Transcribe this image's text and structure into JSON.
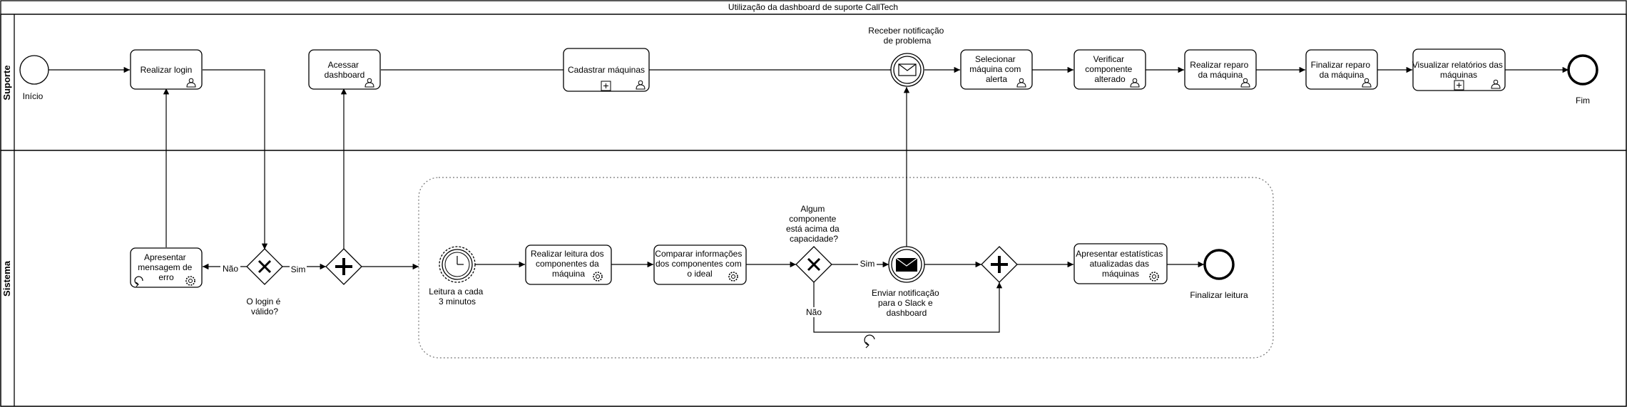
{
  "pool": {
    "title": "Utilização da dashboard de suporte CallTech"
  },
  "lanes": {
    "suporte": "Suporte",
    "sistema": "Sistema"
  },
  "events": {
    "inicio": "Início",
    "fim": "Fim",
    "receber": [
      "Receber notificação",
      "de problema"
    ],
    "leitura": [
      "Leitura a cada",
      "3 minutos"
    ],
    "enviar": [
      "Enviar notificação",
      "para o Slack e",
      "dashboard"
    ],
    "finalizar_leitura": "Finalizar leitura"
  },
  "tasks": {
    "realizar_login": [
      "Realizar login"
    ],
    "acessar_dashboard": [
      "Acessar",
      "dashboard"
    ],
    "cadastrar_maquinas": [
      "Cadastrar máquinas"
    ],
    "selecionar_maquina": [
      "Selecionar",
      "máquina com",
      "alerta"
    ],
    "verificar_componente": [
      "Verificar",
      "componente",
      "alterado"
    ],
    "realizar_reparo": [
      "Realizar reparo",
      "da máquina"
    ],
    "finalizar_reparo": [
      "Finalizar reparo",
      "da máquina"
    ],
    "visualizar_relatorios": [
      "Visualizar relatórios das",
      "máquinas"
    ],
    "apresentar_mensagem": [
      "Apresentar",
      "mensagem de",
      "erro"
    ],
    "realizar_leitura": [
      "Realizar leitura dos",
      "componentes da",
      "máquina"
    ],
    "comparar": [
      "Comparar informações",
      "dos componentes com",
      "o ideal"
    ],
    "apresentar_estatisticas": [
      "Apresentar estatísticas",
      "atualizadas das",
      "máquinas"
    ]
  },
  "gateways": {
    "login_valido": [
      "O login é",
      "válido?"
    ],
    "acima_capacidade": [
      "Algum",
      "componente",
      "está acima da",
      "capacidade?"
    ]
  },
  "flow_labels": {
    "nao_login": "Não",
    "sim_login": "Sim",
    "sim_cap": "Sim",
    "nao_cap": "Não"
  }
}
